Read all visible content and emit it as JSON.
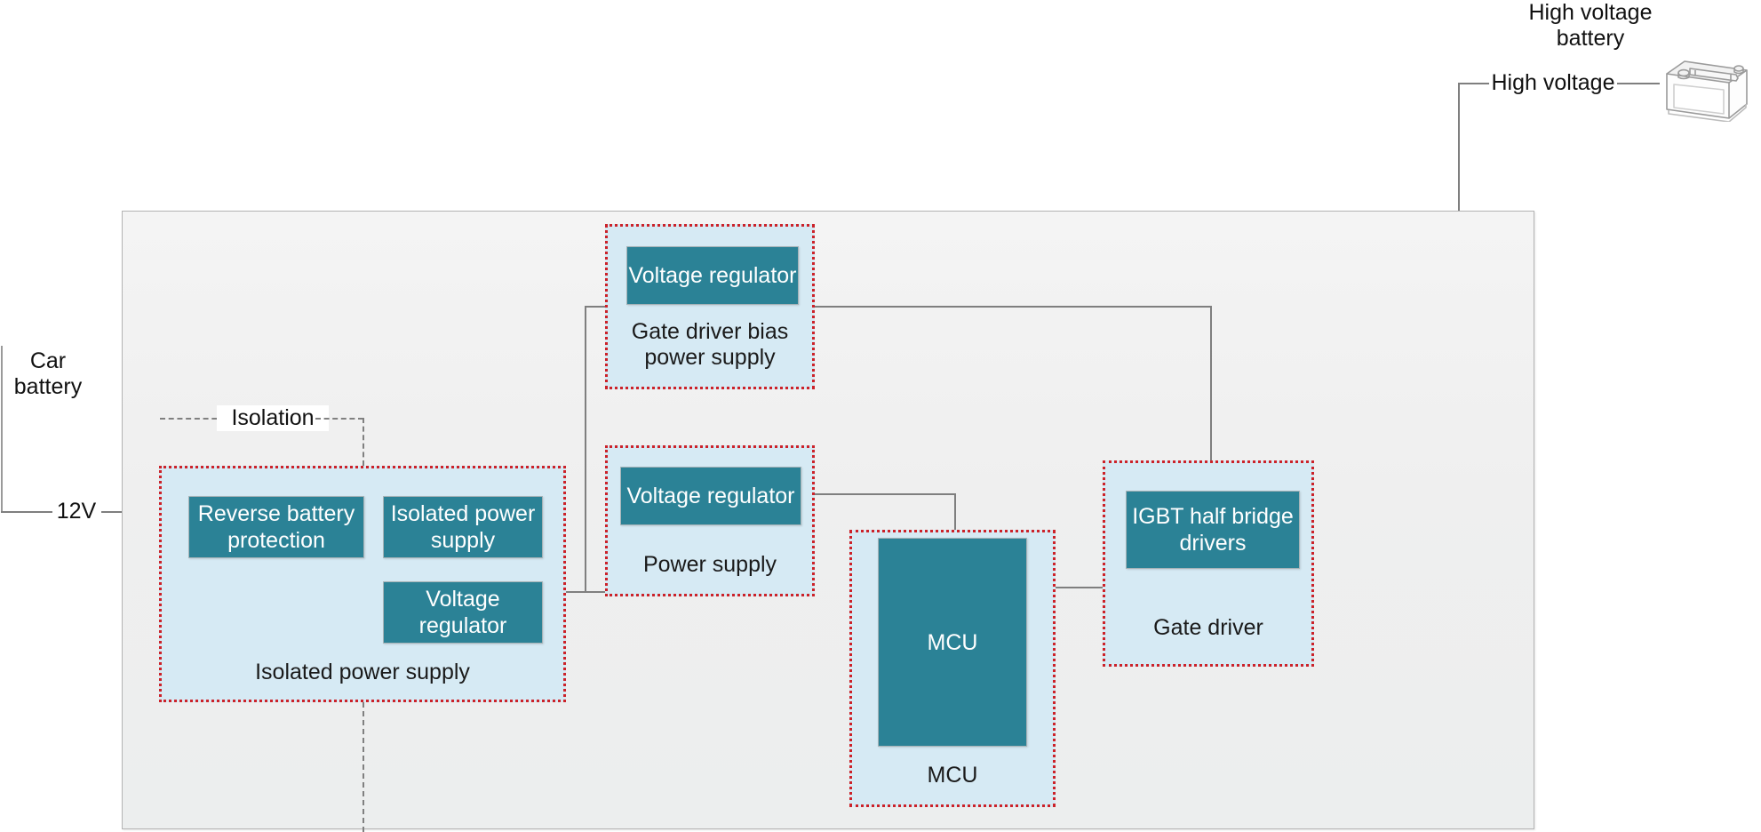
{
  "diagram": {
    "title": "Automotive traction inverter power and gate drive block diagram",
    "colors": {
      "block_fill": "#2b8296",
      "group_fill": "#d6eaf4",
      "group_border": "#cc2229",
      "wire": "#7f7f7f",
      "isolation_line": "#808080",
      "enclosure_border": "#b4b4b4"
    }
  },
  "external": {
    "car_battery_label": "Car\nbattery",
    "supply_rail_label": "12V",
    "high_voltage_label": "High voltage",
    "hv_battery_label": "High voltage\nbattery",
    "hv_battery_icon": "car-battery-icon"
  },
  "isolation": {
    "label": "Isolation"
  },
  "groups": [
    {
      "id": "isolated-power-supply",
      "caption": "Isolated power supply",
      "blocks": [
        {
          "id": "reverse-battery-protection",
          "label": "Reverse battery\nprotection"
        },
        {
          "id": "isolated-power-supply-block",
          "label": "Isolated power\nsupply"
        },
        {
          "id": "voltage-regulator-isps",
          "label": "Voltage\nregulator"
        }
      ]
    },
    {
      "id": "gate-driver-bias-power-supply",
      "caption": "Gate driver bias\npower supply",
      "blocks": [
        {
          "id": "voltage-regulator-bias",
          "label": "Voltage regulator"
        }
      ]
    },
    {
      "id": "power-supply",
      "caption": "Power supply",
      "blocks": [
        {
          "id": "voltage-regulator-ps",
          "label": "Voltage regulator"
        }
      ]
    },
    {
      "id": "mcu",
      "caption": "MCU",
      "blocks": [
        {
          "id": "mcu-block",
          "label": "MCU"
        }
      ]
    },
    {
      "id": "gate-driver",
      "caption": "Gate driver",
      "blocks": [
        {
          "id": "igbt-half-bridge-drivers",
          "label": "IGBT half bridge\ndrivers"
        }
      ]
    }
  ]
}
